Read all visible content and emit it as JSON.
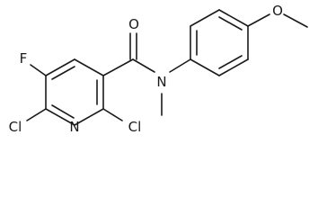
{
  "molecule": {
    "atoms": {
      "fluorine": "F",
      "chlorine_left": "Cl",
      "chlorine_right": "Cl",
      "ring_nitrogen": "N",
      "amide_nitrogen": "N",
      "carbonyl_oxygen": "O",
      "ether_oxygen": "O"
    },
    "colors": {
      "bond": "#1a1a1a",
      "background": "#ffffff"
    }
  }
}
